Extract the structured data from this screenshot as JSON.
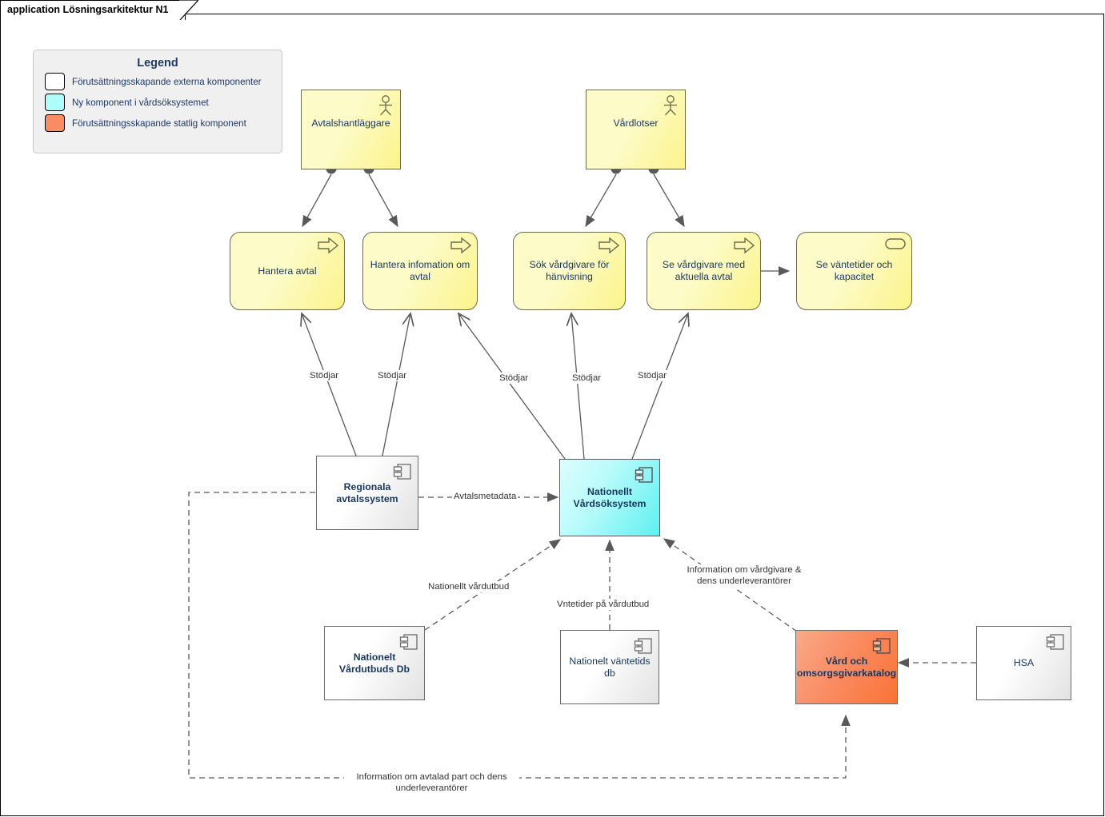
{
  "frame": {
    "tab_label": "application Lösningsarkitektur N1"
  },
  "legend": {
    "title": "Legend",
    "items": [
      {
        "color": "#ffffff",
        "label": "Förutsättningsskapande externa komponenter"
      },
      {
        "color": "#aefcfc",
        "label": "Ny komponent i vårdsöksystemet"
      },
      {
        "color": "#fa8c63",
        "label": "Förutsättningsskapande statlig komponent"
      }
    ]
  },
  "colors": {
    "actor_fill": "#fdfbc8",
    "process_fill": "#fdfbc8",
    "new_component_fill": "#aefcfc",
    "state_component_fill": "#fa8c63",
    "external_component_fill": "#ffffff",
    "label_text": "#17375e",
    "legend_text": "#1f3864",
    "edge_stroke": "#595959"
  },
  "actors": [
    {
      "id": "avtalshandlaggare",
      "label": "Avtalshantläggare",
      "icon": "actor-stick-figure-icon"
    },
    {
      "id": "vardlotser",
      "label": "Vårdlotser",
      "icon": "actor-stick-figure-icon"
    }
  ],
  "processes": [
    {
      "id": "hantera-avtal",
      "label": "Hantera avtal",
      "icon": "process-arrow-icon"
    },
    {
      "id": "hantera-information-om-avtal",
      "label": "Hantera infomation om avtal",
      "icon": "process-arrow-icon"
    },
    {
      "id": "sok-vardgivare-for-hanvisning",
      "label": "Sök vårdgivare för hänvisning",
      "icon": "process-arrow-icon"
    },
    {
      "id": "se-vardgivare-med-aktuella-avtal",
      "label": "Se vårdgivare med aktuella avtal",
      "icon": "process-arrow-icon"
    },
    {
      "id": "se-vantetider-och-kapacitet",
      "label": "Se väntetider och kapacitet",
      "icon": "rounded-rect-icon"
    }
  ],
  "components": [
    {
      "id": "regionala-avtalssystem",
      "label": "Regionala avtalssystem",
      "type": "external",
      "icon": "component-icon"
    },
    {
      "id": "nationellt-vardsoksystem",
      "label": "Nationellt Vårdsöksystem",
      "type": "new",
      "icon": "component-icon"
    },
    {
      "id": "nationelt-vardutbuds-db",
      "label": "Nationelt Vårdutbuds Db",
      "type": "external",
      "icon": "component-icon"
    },
    {
      "id": "nationelt-vantetids-db",
      "label": "Nationelt väntetids db",
      "type": "external",
      "icon": "component-icon"
    },
    {
      "id": "vard-och-omsorgsgivarkatalog",
      "label": "Vård och omsorgsgivarkatalog",
      "type": "state",
      "icon": "component-icon"
    },
    {
      "id": "hsa",
      "label": "HSA",
      "type": "external",
      "icon": "component-icon"
    }
  ],
  "edge_labels": {
    "stodjar_1": "Stödjar",
    "stodjar_2": "Stödjar",
    "stodjar_3": "Stödjar",
    "stodjar_4": "Stödjar",
    "stodjar_5": "Stödjar",
    "avtalsmetadata": "Avtalsmetadata",
    "nationellt_vardutbud": "Nationellt vårdutbud",
    "vntetider_pa_vardutbud": "Vntetider på vårdutbud",
    "information_om_vardgivare": "Information om vårdgivare & dens underleverantörer",
    "information_om_avtalad_part": "Information om avtalad part och dens underleverantörer"
  }
}
